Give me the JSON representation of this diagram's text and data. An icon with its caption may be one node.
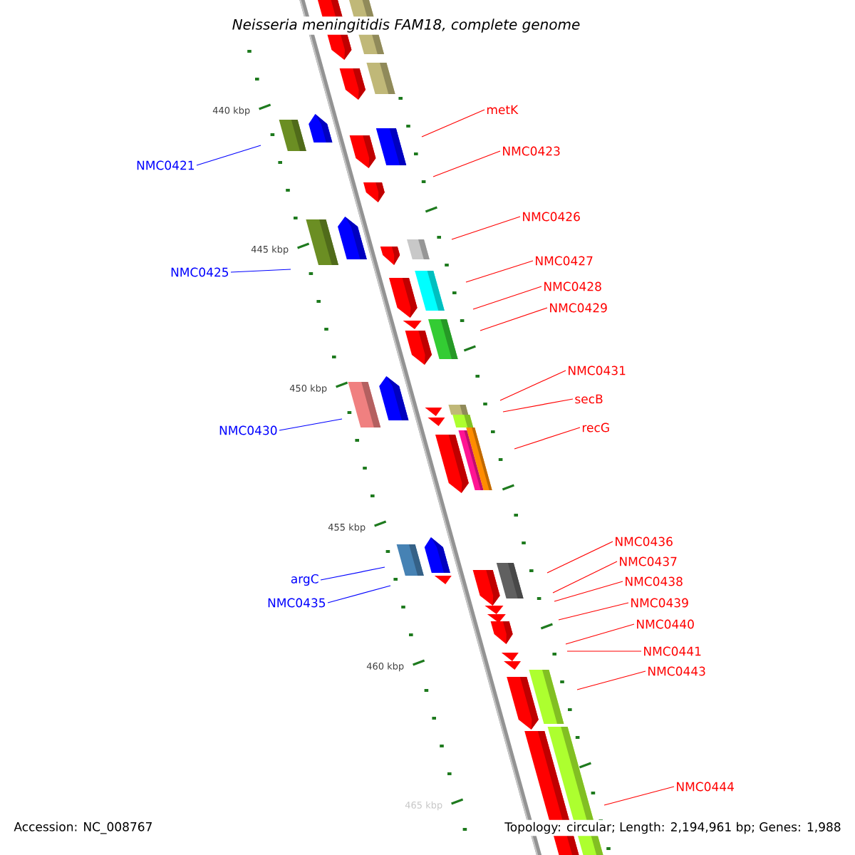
{
  "diagram": {
    "title": "Neisseria meningitidis FAM18, complete genome",
    "nodes": [
      {
        "text": [
          "metK"
        ]
      },
      {
        "text": [
          "NMC0423"
        ]
      },
      {
        "text": [
          "NMC0421"
        ]
      },
      {
        "text": [
          "NMC0426"
        ]
      },
      {
        "text": [
          "NMC0425"
        ]
      },
      {
        "text": [
          "NMC0427"
        ]
      },
      {
        "text": [
          "NMC0428"
        ]
      },
      {
        "text": [
          "NMC0429"
        ]
      },
      {
        "text": [
          "NMC0431"
        ]
      },
      {
        "text": [
          "secB"
        ]
      },
      {
        "text": [
          "NMC0430"
        ]
      },
      {
        "text": [
          "recG"
        ]
      },
      {
        "text": [
          "NMC0436"
        ]
      },
      {
        "text": [
          "argC"
        ]
      },
      {
        "text": [
          "NMC0437"
        ]
      },
      {
        "text": [
          "NMC0438"
        ]
      },
      {
        "text": [
          "NMC0435"
        ]
      },
      {
        "text": [
          "NMC0439"
        ]
      },
      {
        "text": [
          "NMC0440"
        ]
      },
      {
        "text": [
          "NMC0441"
        ]
      },
      {
        "text": [
          "NMC0443"
        ]
      },
      {
        "text": [
          "NMC0444"
        ]
      }
    ],
    "edges": [
      {
        "from": 0,
        "to": null,
        "arrow": "none"
      },
      {
        "from": 1,
        "to": null,
        "arrow": "none"
      },
      {
        "from": 2,
        "to": null,
        "arrow": "none",
        "color": "#0000ff"
      },
      {
        "from": 3,
        "to": null,
        "arrow": "none"
      },
      {
        "from": 4,
        "to": null,
        "arrow": "none",
        "color": "#0000ff"
      },
      {
        "from": 5,
        "to": null,
        "arrow": "none"
      },
      {
        "from": 6,
        "to": null,
        "arrow": "none"
      },
      {
        "from": 7,
        "to": null,
        "arrow": "none"
      },
      {
        "from": 8,
        "to": null,
        "arrow": "none"
      },
      {
        "from": 9,
        "to": null,
        "arrow": "none"
      },
      {
        "from": 10,
        "to": null,
        "arrow": "none",
        "color": "#0000ff"
      },
      {
        "from": 11,
        "to": null,
        "arrow": "none"
      },
      {
        "from": 12,
        "to": null,
        "arrow": "none"
      },
      {
        "from": 13,
        "to": null,
        "arrow": "none",
        "color": "#0000ff"
      },
      {
        "from": 14,
        "to": null,
        "arrow": "none"
      },
      {
        "from": 15,
        "to": null,
        "arrow": "none"
      },
      {
        "from": 16,
        "to": null,
        "arrow": "none",
        "color": "#0000ff"
      },
      {
        "from": 17,
        "to": null,
        "arrow": "none"
      },
      {
        "from": 18,
        "to": null,
        "arrow": "none"
      },
      {
        "from": 19,
        "to": null,
        "arrow": "none"
      },
      {
        "from": 20,
        "to": null,
        "arrow": "none"
      },
      {
        "from": 21,
        "to": null,
        "arrow": "none"
      }
    ],
    "labels": [
      "440 kbp",
      "445 kbp",
      "450 kbp",
      "455 kbp",
      "460 kbp",
      "465 kbp",
      "Accession: NC_008767",
      "Topology: circular; Length: 2,194,961 bp; Genes: 1,988"
    ]
  }
}
